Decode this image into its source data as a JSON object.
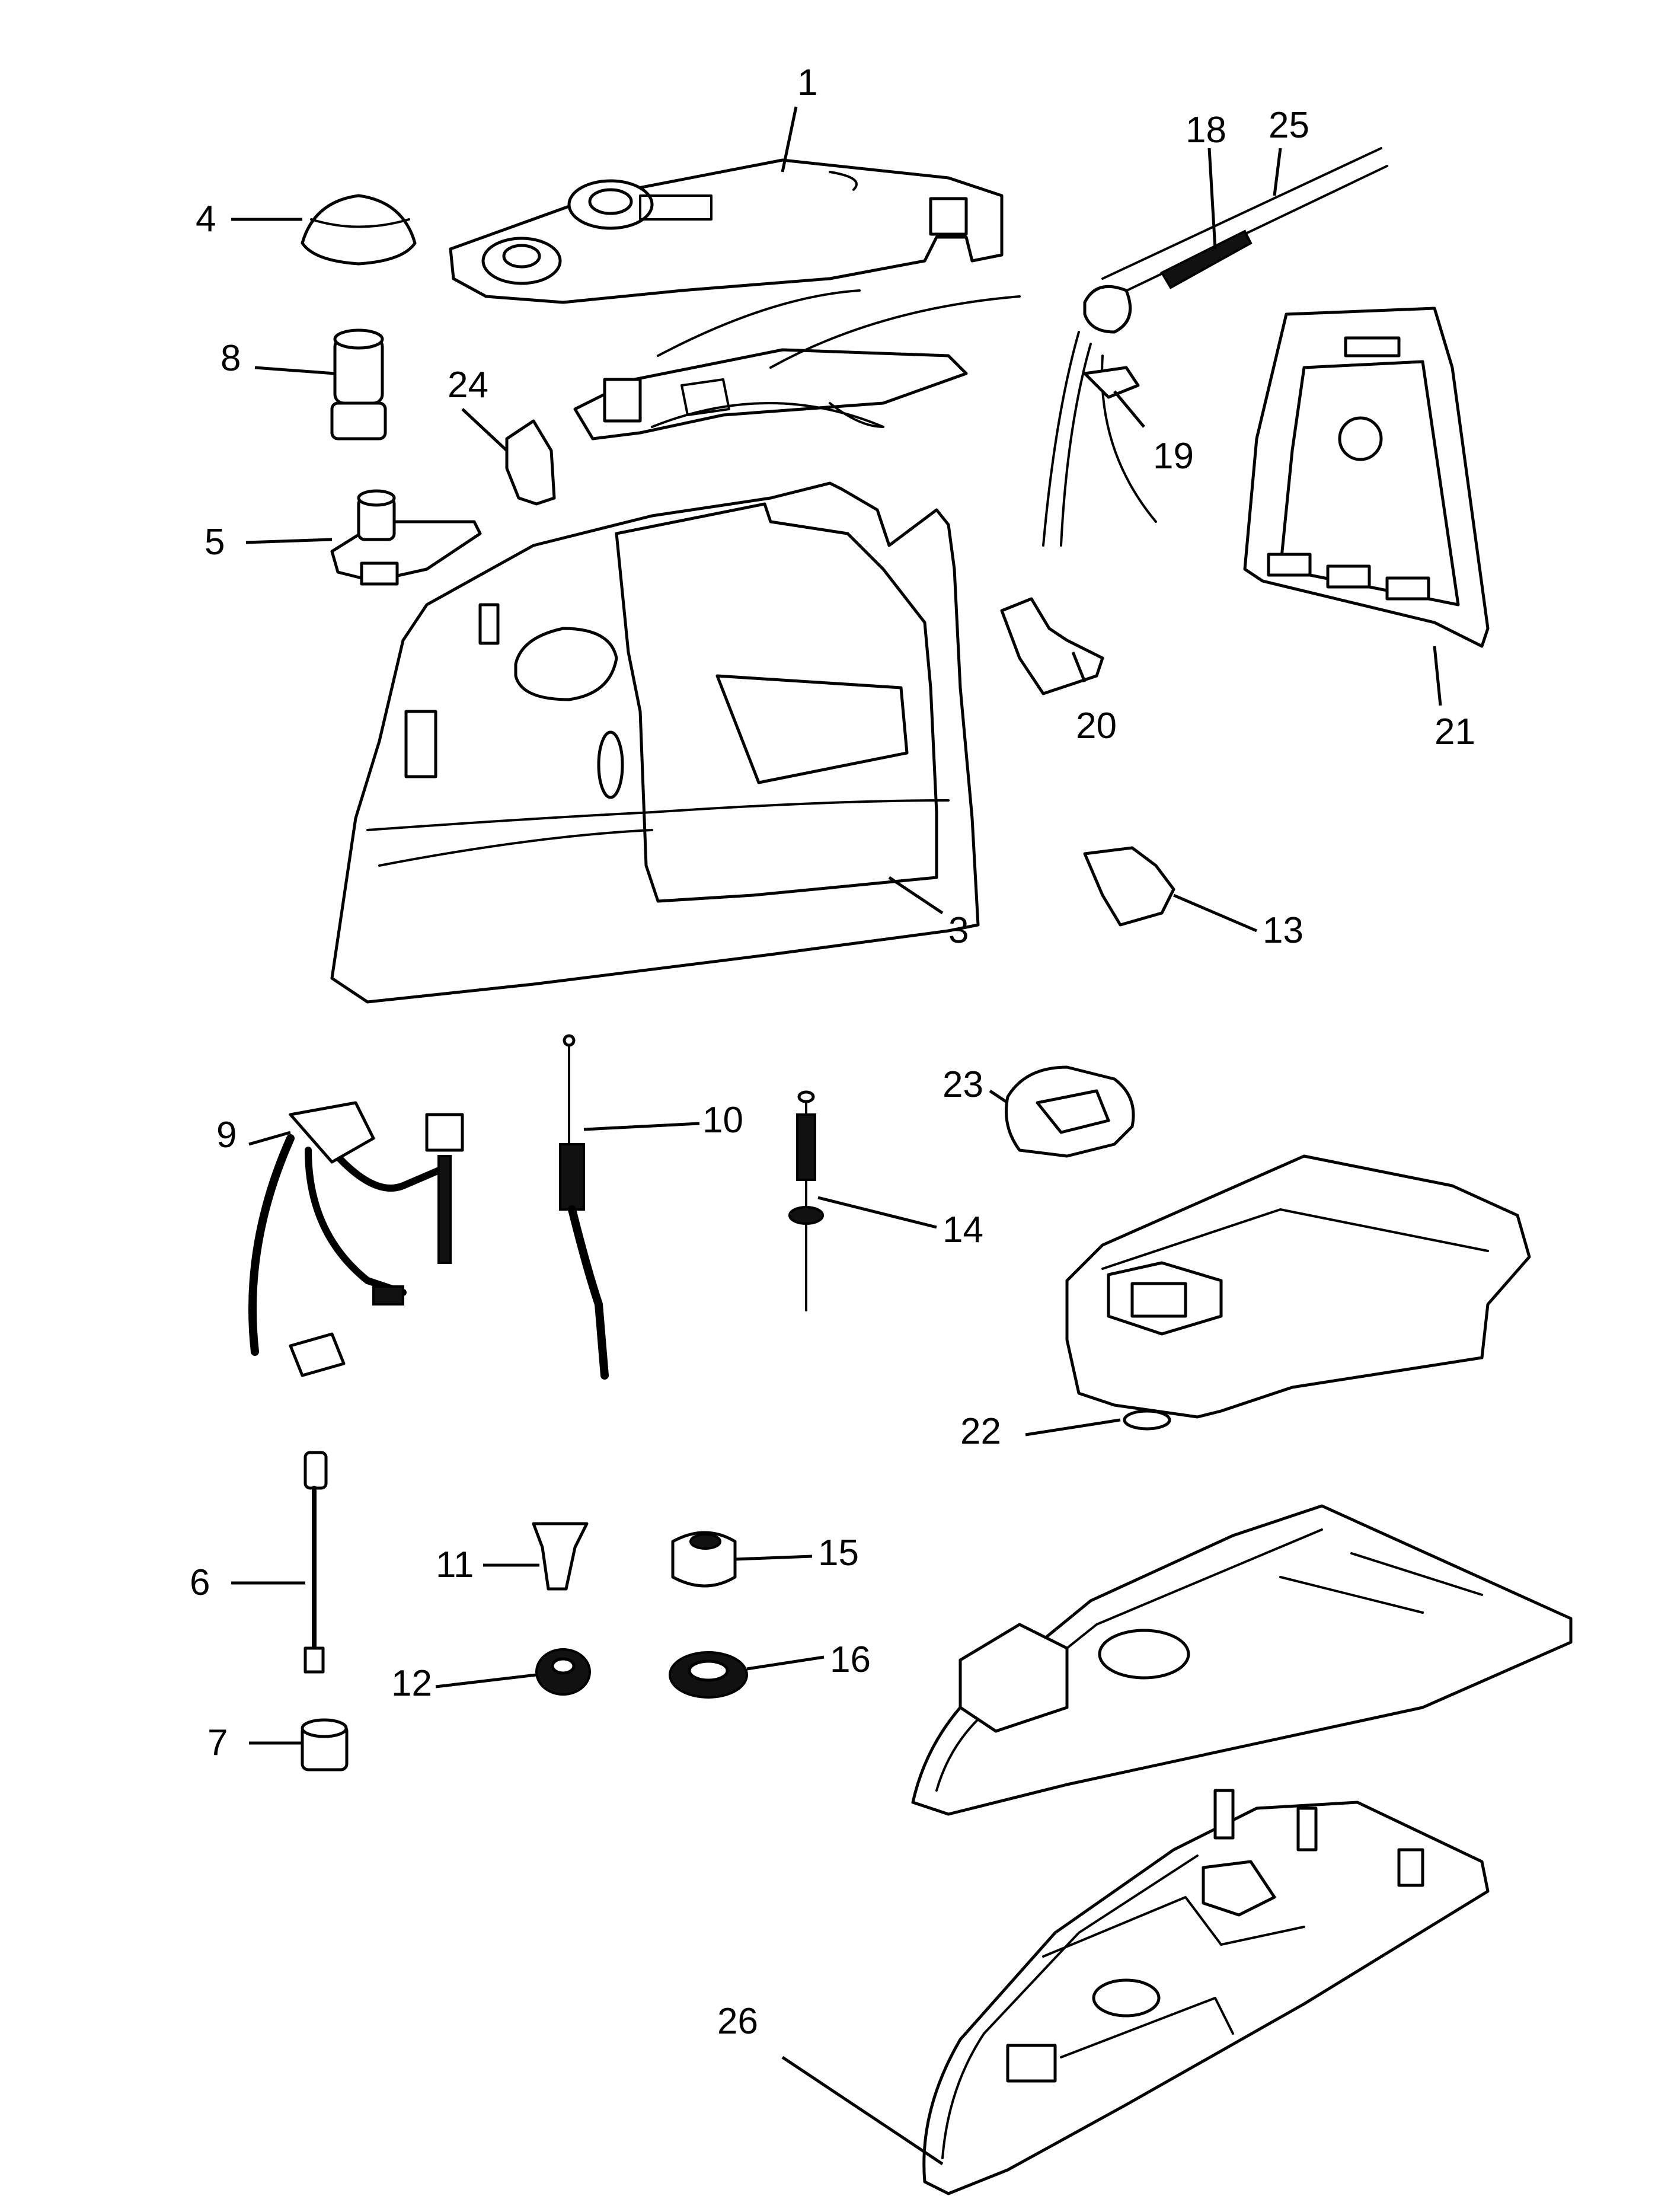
{
  "callouts": {
    "c1": "1",
    "c3": "3",
    "c4": "4",
    "c5": "5",
    "c6": "6",
    "c7": "7",
    "c8": "8",
    "c9": "9",
    "c10": "10",
    "c11": "11",
    "c12": "12",
    "c13": "13",
    "c14": "14",
    "c15": "15",
    "c16": "16",
    "c18": "18",
    "c19": "19",
    "c20": "20",
    "c21": "21",
    "c22": "22",
    "c23": "23",
    "c24": "24",
    "c25": "25",
    "c26": "26"
  }
}
